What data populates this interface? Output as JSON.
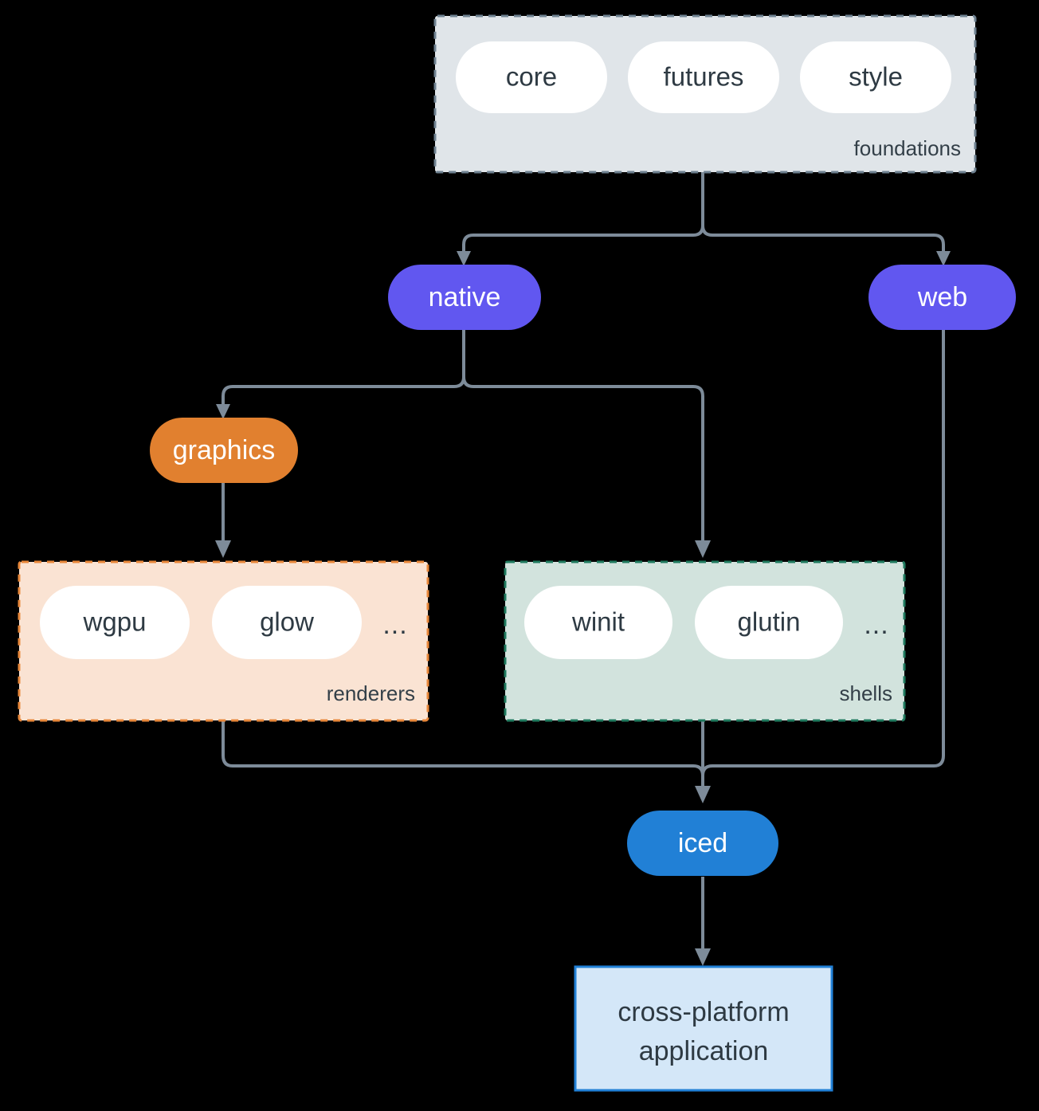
{
  "diagram": {
    "type": "architecture-flowchart",
    "background_color": "#000000",
    "edge_color": "#7D8B99",
    "clusters": [
      {
        "id": "foundations",
        "caption": "foundations",
        "fill": "#E0E5E9",
        "border": "#6E8190",
        "border_style": "dashed",
        "members": [
          "core",
          "futures",
          "style"
        ]
      },
      {
        "id": "renderers",
        "caption": "renderers",
        "fill": "#FAE3D3",
        "border": "#E8873A",
        "border_style": "dashed",
        "members": [
          "wgpu",
          "glow",
          "..."
        ]
      },
      {
        "id": "shells",
        "caption": "shells",
        "fill": "#D2E3DD",
        "border": "#1F7A5E",
        "border_style": "dashed",
        "members": [
          "winit",
          "glutin",
          "..."
        ]
      }
    ],
    "nodes": {
      "core": {
        "label": "core",
        "shape": "stadium",
        "fill": "#FFFFFF",
        "text_color": "#2E3A43"
      },
      "futures": {
        "label": "futures",
        "shape": "stadium",
        "fill": "#FFFFFF",
        "text_color": "#2E3A43"
      },
      "style": {
        "label": "style",
        "shape": "stadium",
        "fill": "#FFFFFF",
        "text_color": "#2E3A43"
      },
      "native": {
        "label": "native",
        "shape": "stadium",
        "fill": "#6157F0",
        "text_color": "#FFFFFF"
      },
      "web": {
        "label": "web",
        "shape": "stadium",
        "fill": "#6157F0",
        "text_color": "#FFFFFF"
      },
      "graphics": {
        "label": "graphics",
        "shape": "stadium",
        "fill": "#E1802F",
        "text_color": "#FFFFFF"
      },
      "wgpu": {
        "label": "wgpu",
        "shape": "stadium",
        "fill": "#FFFFFF",
        "text_color": "#2E3A43"
      },
      "glow": {
        "label": "glow",
        "shape": "stadium",
        "fill": "#FFFFFF",
        "text_color": "#2E3A43"
      },
      "renderers_more": {
        "label": "...",
        "shape": "text",
        "text_color": "#2E3A43"
      },
      "winit": {
        "label": "winit",
        "shape": "stadium",
        "fill": "#FFFFFF",
        "text_color": "#2E3A43"
      },
      "glutin": {
        "label": "glutin",
        "shape": "stadium",
        "fill": "#FFFFFF",
        "text_color": "#2E3A43"
      },
      "shells_more": {
        "label": "...",
        "shape": "text",
        "text_color": "#2E3A43"
      },
      "iced": {
        "label": "iced",
        "shape": "stadium",
        "fill": "#2180D6",
        "text_color": "#FFFFFF"
      },
      "application": {
        "label_line1": "cross-platform",
        "label_line2": "application",
        "shape": "rectangle",
        "fill": "#D4E7F8",
        "border": "#2180D6",
        "text_color": "#2E3A43"
      }
    },
    "edges": [
      {
        "from": "foundations",
        "to": "native"
      },
      {
        "from": "foundations",
        "to": "web"
      },
      {
        "from": "native",
        "to": "graphics"
      },
      {
        "from": "native",
        "to": "shells"
      },
      {
        "from": "graphics",
        "to": "renderers"
      },
      {
        "from": "renderers",
        "to": "iced"
      },
      {
        "from": "shells",
        "to": "iced"
      },
      {
        "from": "web",
        "to": "iced"
      },
      {
        "from": "iced",
        "to": "application"
      }
    ]
  }
}
